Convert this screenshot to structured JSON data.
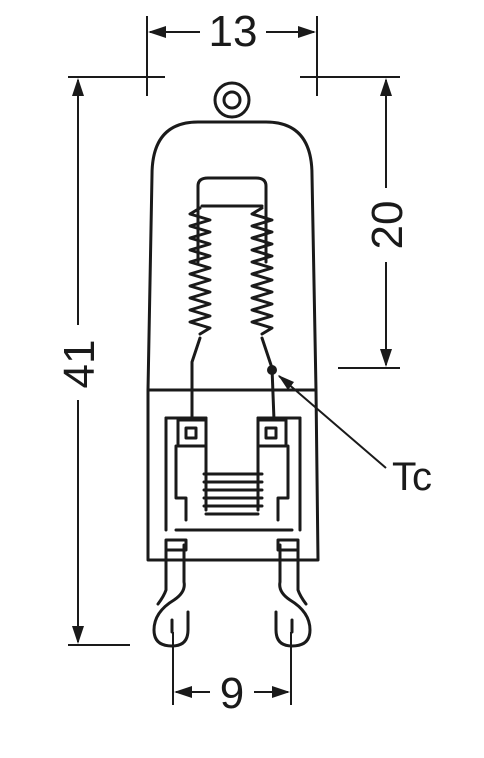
{
  "dimensions": {
    "width": "13",
    "overall_height": "41",
    "capsule_height": "20",
    "pin_spacing": "9"
  },
  "callouts": {
    "tc": "Tc"
  }
}
